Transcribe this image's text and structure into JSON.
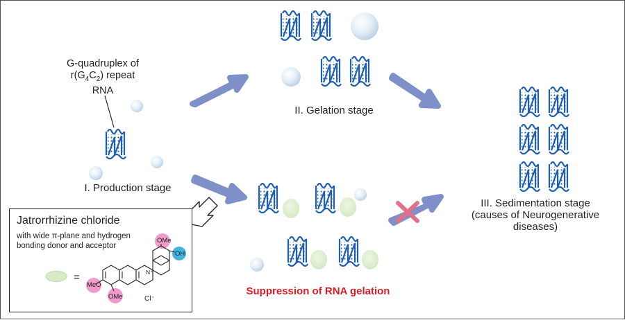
{
  "labels": {
    "gq_line1": "G-quadruplex of",
    "gq_line2_prefix": "r(G",
    "gq_sub1": "4",
    "gq_mid": "C",
    "gq_sub2": "2",
    "gq_line2_suffix": ") repeat",
    "gq_line3": "RNA",
    "production": "I. Production stage",
    "gelation": "II. Gelation stage",
    "sedimentation_1": "III. Sedimentation stage",
    "sedimentation_2": "(causes of Neurogenerative",
    "sedimentation_3": "diseases)",
    "suppression": "Suppression of RNA gelation"
  },
  "compound": {
    "name": "Jatrorrhizine chloride",
    "desc_1": "with wide π-plane and hydrogen",
    "desc_2": "bonding donor and acceptor",
    "equals": "=",
    "ome_top": "OMe",
    "oh": "OH",
    "meo": "MeO",
    "ome_bottom": "OMe",
    "chloride": "Cl⁻",
    "n_plus": "N⁺"
  },
  "colors": {
    "arrow": "#7f8fc8",
    "rna": "#1f5fae",
    "ome_circle": "#ef9bcc",
    "oh_circle": "#44b3dd",
    "ligand": "#d7ecc6",
    "cross": "#e0718a",
    "suppression_text": "#d81e24"
  }
}
